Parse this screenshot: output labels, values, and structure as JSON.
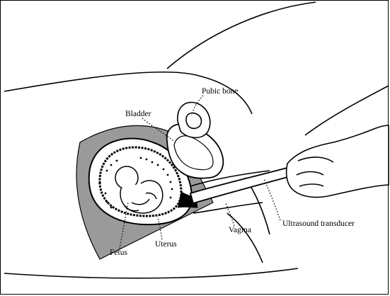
{
  "diagram": {
    "labels": {
      "pubic_bone": "Pubic bone",
      "bladder": "Bladder",
      "fetus": "Fetus",
      "uterus": "Uterus",
      "vagina": "Vagina",
      "ultrasound_transducer": "Ultrasound transducer"
    },
    "colors": {
      "ink": "#000000",
      "ultrasound_field": "#9a9a9a",
      "paper": "#ffffff"
    }
  }
}
